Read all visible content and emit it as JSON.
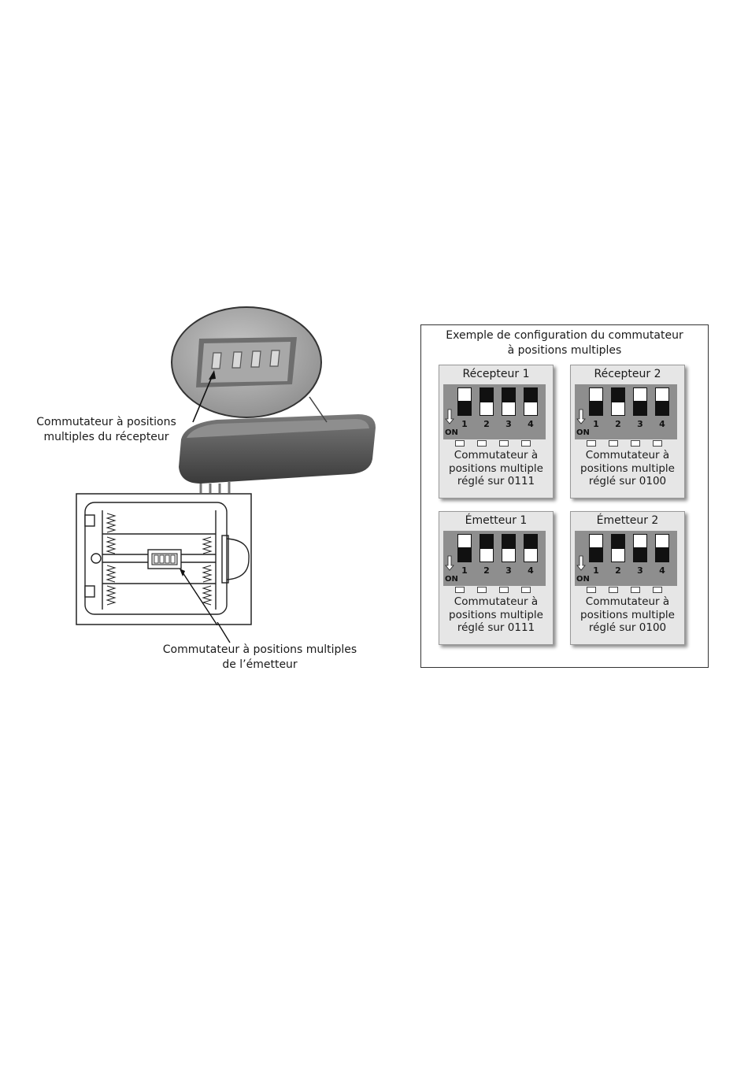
{
  "receiver_caption": [
    "Commutateur à positions",
    "multiples du récepteur"
  ],
  "transmitter_caption": [
    "Commutateur à positions multiples",
    "de l’émetteur"
  ],
  "config": {
    "title": [
      "Exemple de configuration du commutateur",
      "à positions multiples"
    ],
    "on_label": "ON",
    "switch_numbers": [
      "1",
      "2",
      "3",
      "4"
    ],
    "panels": [
      {
        "label": "Récepteur 1",
        "note": [
          "Commutateur à",
          "positions multiple",
          "réglé sur 0111"
        ],
        "up": [
          true,
          false,
          false,
          false
        ]
      },
      {
        "label": "Récepteur 2",
        "note": [
          "Commutateur à",
          "positions multiple",
          "réglé sur 0100"
        ],
        "up": [
          true,
          false,
          true,
          true
        ]
      },
      {
        "label": "Émetteur 1",
        "note": [
          "Commutateur à",
          "positions multiple",
          "réglé sur 0111"
        ],
        "up": [
          true,
          false,
          false,
          false
        ]
      },
      {
        "label": "Émetteur 2",
        "note": [
          "Commutateur à",
          "positions multiple",
          "réglé sur 0100"
        ],
        "up": [
          true,
          false,
          true,
          true
        ]
      }
    ]
  }
}
